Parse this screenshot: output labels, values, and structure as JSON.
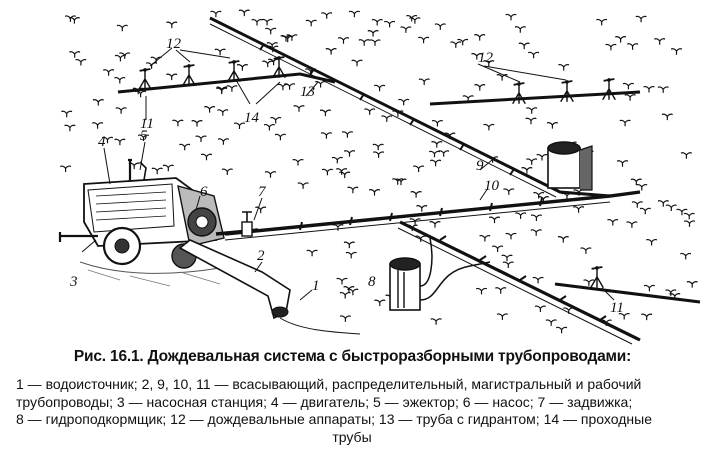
{
  "figure": {
    "labels": {
      "l1": "1",
      "l2": "2",
      "l3": "3",
      "l4": "4",
      "l5": "5",
      "l6": "6",
      "l7": "7",
      "l8": "8",
      "l9": "9",
      "l10": "10",
      "l11a": "11",
      "l11b": "11",
      "l12a": "12",
      "l12b": "12",
      "l13": "13",
      "l14": "14"
    }
  },
  "caption": "Рис. 16.1. Дождевальная система с быстроразборными трубопроводами:",
  "legend": {
    "line1": "1 — водоисточник; 2, 9, 10, 11 — всасывающий, распределительный, магистральный и рабочий",
    "line2": "трубопроводы; 3 — насосная станция; 4 — двигатель; 5 — эжектор; 6 — насос; 7 — задвижка;",
    "line3": "8 — гидроподкормщик; 12 — дождевальные аппараты; 13 — труба с гидрантом; 14 — проходные",
    "line4": "трубы"
  }
}
